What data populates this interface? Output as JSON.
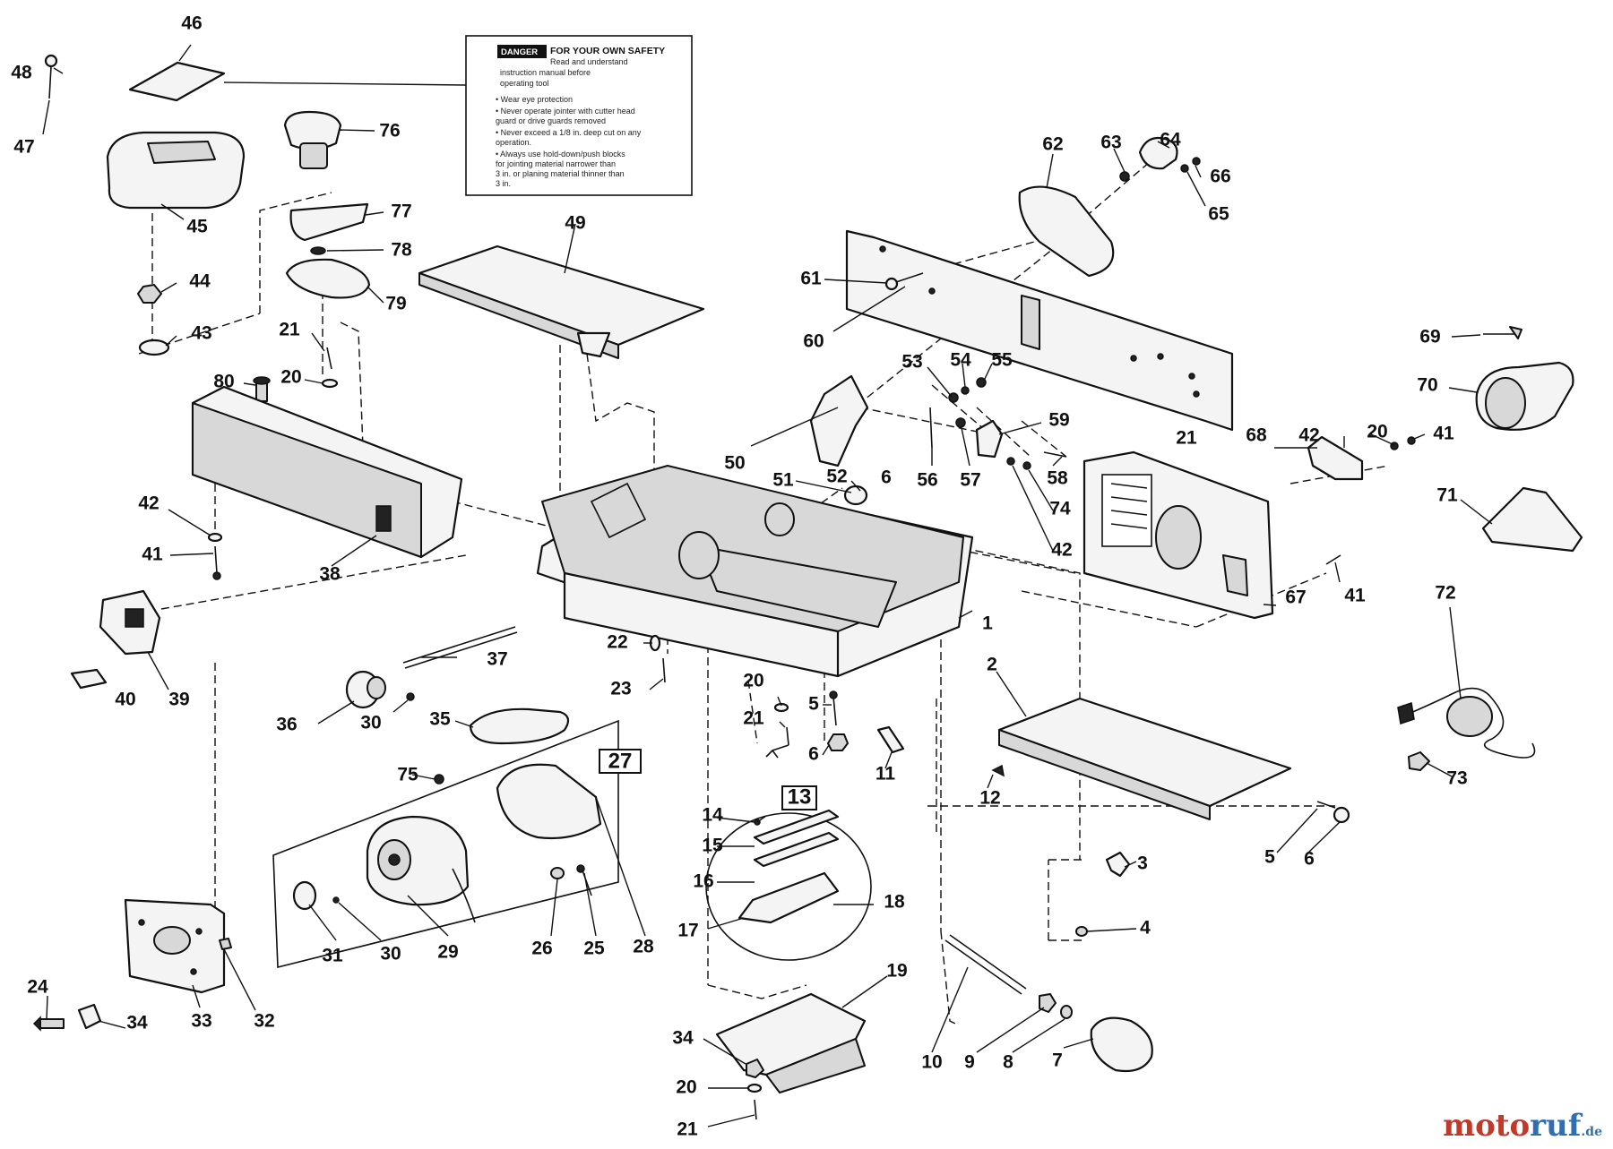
{
  "warning_label": {
    "tag": "DANGER",
    "title_lines": [
      "FOR YOUR OWN SAFETY",
      "Read and understand",
      "instruction manual before",
      "operating tool"
    ],
    "bullets": [
      "• Wear eye protection",
      "• Never operate jointer with cutter head",
      "  guard or drive guards removed",
      "• Never exceed a 1/8 in. deep cut on any",
      "  operation.",
      "• Always use hold-down/push blocks",
      "  for jointing material narrower than",
      "  3 in. or planing material thinner than",
      "  3 in."
    ]
  },
  "part_numbers": {
    "p1": "1",
    "p2": "2",
    "p3": "3",
    "p4": "4",
    "p5a": "5",
    "p5b": "5",
    "p6a": "6",
    "p6b": "6",
    "p6c": "6",
    "p7": "7",
    "p8": "8",
    "p9": "9",
    "p10": "10",
    "p11": "11",
    "p12": "12",
    "p13": "13",
    "p14": "14",
    "p15": "15",
    "p16": "16",
    "p17": "17",
    "p18": "18",
    "p19": "19",
    "p20a": "20",
    "p20b": "20",
    "p20c": "20",
    "p20d": "20",
    "p21a": "21",
    "p21b": "21",
    "p21c": "21",
    "p21d": "21",
    "p22": "22",
    "p23": "23",
    "p24": "24",
    "p25": "25",
    "p26": "26",
    "p27": "27",
    "p28": "28",
    "p29": "29",
    "p30a": "30",
    "p30b": "30",
    "p31": "31",
    "p32": "32",
    "p33": "33",
    "p34a": "34",
    "p34b": "34",
    "p35": "35",
    "p36": "36",
    "p37": "37",
    "p38": "38",
    "p39": "39",
    "p40": "40",
    "p41a": "41",
    "p41b": "41",
    "p41c": "41",
    "p42a": "42",
    "p42b": "42",
    "p42c": "42",
    "p43": "43",
    "p44": "44",
    "p45": "45",
    "p46": "46",
    "p47": "47",
    "p48": "48",
    "p49": "49",
    "p50": "50",
    "p51": "51",
    "p52": "52",
    "p53": "53",
    "p54": "54",
    "p55": "55",
    "p56": "56",
    "p57": "57",
    "p58": "58",
    "p59": "59",
    "p60": "60",
    "p61": "61",
    "p62": "62",
    "p63": "63",
    "p64": "64",
    "p65": "65",
    "p66": "66",
    "p67": "67",
    "p68": "68",
    "p69": "69",
    "p70": "70",
    "p71": "71",
    "p72": "72",
    "p73": "73",
    "p74": "74",
    "p75": "75",
    "p76": "76",
    "p77": "77",
    "p78": "78",
    "p79": "79",
    "p80": "80"
  },
  "watermark": {
    "part1": "moto",
    "part2": "ruf",
    "part3": ".de"
  }
}
